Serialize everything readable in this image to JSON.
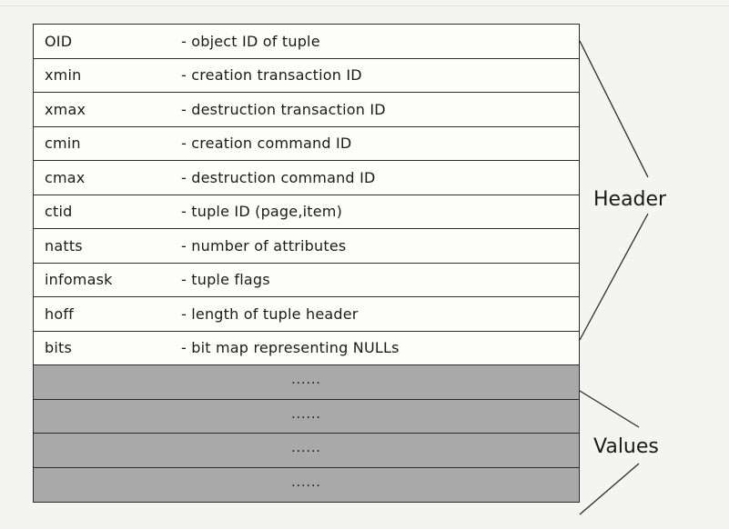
{
  "header_fields": [
    {
      "name": "OID",
      "description": "- object ID of tuple"
    },
    {
      "name": "xmin",
      "description": "- creation transaction ID"
    },
    {
      "name": "xmax",
      "description": "- destruction transaction ID"
    },
    {
      "name": "cmin",
      "description": "- creation command ID"
    },
    {
      "name": "cmax",
      "description": "- destruction command ID"
    },
    {
      "name": "ctid",
      "description": "- tuple ID (page,item)"
    },
    {
      "name": "natts",
      "description": "- number of attributes"
    },
    {
      "name": "infomask",
      "description": "- tuple flags"
    },
    {
      "name": "hoff",
      "description": "- length of tuple header"
    },
    {
      "name": "bits",
      "description": " - bit map representing NULLs"
    }
  ],
  "value_rows": [
    "......",
    "......",
    "......",
    "......"
  ],
  "labels": {
    "header": "Header",
    "values": "Values"
  }
}
